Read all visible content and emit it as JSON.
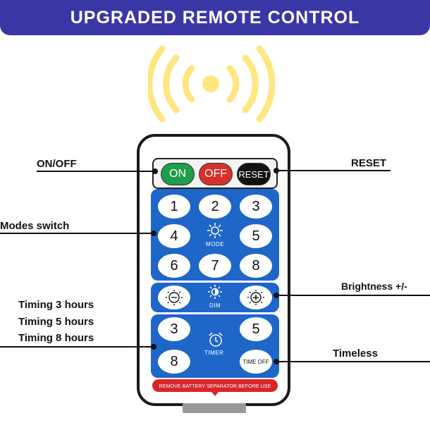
{
  "banner": {
    "title": "UPGRADED REMOTE CONTROL"
  },
  "colors": {
    "banner": "#3b36a6",
    "panel": "#1f66c9",
    "on": "#1f9d4a",
    "off": "#d92f2a",
    "reset": "#111111",
    "signal": "#ffe680",
    "battery_strip": "#d8262a"
  },
  "remote": {
    "on": "ON",
    "off": "OFF",
    "reset": "RESET",
    "row1": [
      "1",
      "2",
      "3"
    ],
    "row2": [
      "4",
      "5"
    ],
    "mode_label": "MODE",
    "row3": [
      "6",
      "7",
      "8"
    ],
    "dim_label": "DIM",
    "timer": [
      "3",
      "5",
      "8"
    ],
    "timer_label": "TIMER",
    "time_off": "TIME OFF",
    "battery_notice": "REMOVE BATTERY SEPARATOR BEFORE USE"
  },
  "callouts": {
    "on_off": "ON/OFF",
    "reset": "RESET",
    "modes": "Modes switch",
    "brightness": "Brightness +/-",
    "timing3": "Timing 3 hours",
    "timing5": "Timing 5 hours",
    "timing8": "Timing 8 hours",
    "timeless": "Timeless"
  },
  "icons": [
    "signal-waves-icon",
    "gear-icon",
    "sun-minus-icon",
    "sun-icon",
    "sun-plus-icon",
    "alarm-clock-icon"
  ]
}
